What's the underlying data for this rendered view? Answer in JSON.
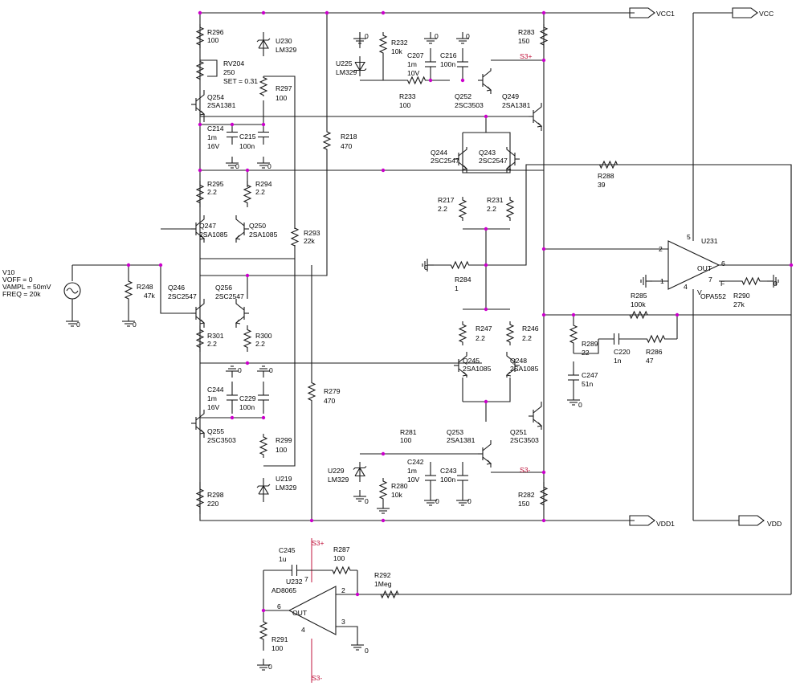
{
  "rails": {
    "vcc1": "VCC1",
    "vcc": "VCC",
    "vdd1": "VDD1",
    "vdd": "VDD",
    "s3p": "S3+",
    "s3m": "S3-",
    "gnd": "0"
  },
  "source": {
    "name": "V10",
    "voff": "VOFF = 0",
    "vampl": "VAMPL = 50mV",
    "freq": "FREQ = 20k"
  },
  "resistors": [
    {
      "ref": "R296",
      "val": "100"
    },
    {
      "ref": "R297",
      "val": "100"
    },
    {
      "ref": "R218",
      "val": "470"
    },
    {
      "ref": "R295",
      "val": "2.2"
    },
    {
      "ref": "R294",
      "val": "2.2"
    },
    {
      "ref": "R293",
      "val": "22k"
    },
    {
      "ref": "R248",
      "val": "47k"
    },
    {
      "ref": "R301",
      "val": "2.2"
    },
    {
      "ref": "R300",
      "val": "2.2"
    },
    {
      "ref": "R279",
      "val": "470"
    },
    {
      "ref": "R299",
      "val": "100"
    },
    {
      "ref": "R298",
      "val": "220"
    },
    {
      "ref": "R232",
      "val": "10k"
    },
    {
      "ref": "R233",
      "val": "100"
    },
    {
      "ref": "R283",
      "val": "150"
    },
    {
      "ref": "R217",
      "val": "2.2"
    },
    {
      "ref": "R231",
      "val": "2.2"
    },
    {
      "ref": "R284",
      "val": "1"
    },
    {
      "ref": "R247",
      "val": "2.2"
    },
    {
      "ref": "R246",
      "val": "2.2"
    },
    {
      "ref": "R281",
      "val": "100"
    },
    {
      "ref": "R280",
      "val": "10k"
    },
    {
      "ref": "R282",
      "val": "150"
    },
    {
      "ref": "R288",
      "val": "39"
    },
    {
      "ref": "R285",
      "val": "100k"
    },
    {
      "ref": "R289",
      "val": "22"
    },
    {
      "ref": "R286",
      "val": "47"
    },
    {
      "ref": "R290",
      "val": "27k"
    },
    {
      "ref": "R287",
      "val": "100"
    },
    {
      "ref": "R292",
      "val": "1Meg"
    },
    {
      "ref": "R291",
      "val": "100"
    }
  ],
  "pots": [
    {
      "ref": "RV204",
      "val": "250",
      "set": "SET = 0.31"
    }
  ],
  "capacitors": [
    {
      "ref": "C214",
      "val": "1m",
      "val2": "16V"
    },
    {
      "ref": "C215",
      "val": "100n"
    },
    {
      "ref": "C207",
      "val": "1m",
      "val2": "10V"
    },
    {
      "ref": "C216",
      "val": "100n"
    },
    {
      "ref": "C244",
      "val": "1m",
      "val2": "16V"
    },
    {
      "ref": "C229",
      "val": "100n"
    },
    {
      "ref": "C242",
      "val": "1m",
      "val2": "10V"
    },
    {
      "ref": "C243",
      "val": "100n"
    },
    {
      "ref": "C220",
      "val": "1n"
    },
    {
      "ref": "C247",
      "val": "51n"
    },
    {
      "ref": "C245",
      "val": "1u"
    }
  ],
  "zeners": [
    {
      "ref": "U230",
      "part": "LM329"
    },
    {
      "ref": "U225",
      "part": "LM329"
    },
    {
      "ref": "U229",
      "part": "LM329"
    },
    {
      "ref": "U219",
      "part": "LM329"
    }
  ],
  "transistors": [
    {
      "ref": "Q254",
      "part": "2SA1381"
    },
    {
      "ref": "Q247",
      "part": "2SA1085"
    },
    {
      "ref": "Q250",
      "part": "2SA1085"
    },
    {
      "ref": "Q246",
      "part": "2SC2547"
    },
    {
      "ref": "Q256",
      "part": "2SC2547"
    },
    {
      "ref": "Q255",
      "part": "2SC3503"
    },
    {
      "ref": "Q252",
      "part": "2SC3503"
    },
    {
      "ref": "Q249",
      "part": "2SA1381"
    },
    {
      "ref": "Q244",
      "part": "2SC2547"
    },
    {
      "ref": "Q243",
      "part": "2SC2547"
    },
    {
      "ref": "Q245",
      "part": "2SA1085"
    },
    {
      "ref": "Q248",
      "part": "2SA1085"
    },
    {
      "ref": "Q253",
      "part": "2SA1381"
    },
    {
      "ref": "Q251",
      "part": "2SC3503"
    }
  ],
  "opamps": [
    {
      "ref": "U231",
      "part": "OPA552",
      "out": "OUT",
      "pins": [
        "5",
        "2",
        "6",
        "1",
        "4",
        "7"
      ],
      "pin_f": "F",
      "pin_v": "V"
    },
    {
      "ref": "U232",
      "part": "AD8065",
      "out": "OUT",
      "pins": [
        "7",
        "2",
        "6",
        "4",
        "3"
      ]
    }
  ]
}
